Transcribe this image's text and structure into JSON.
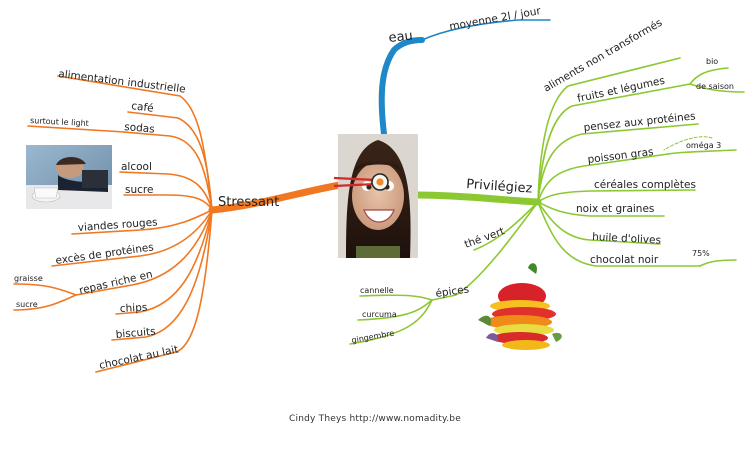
{
  "center": {
    "image": "face-with-sushi-photo"
  },
  "stress": {
    "title": "Stressant",
    "color": "#f07822",
    "items": [
      "alimentation industrielle",
      "café",
      "sodas",
      "alcool",
      "sucre",
      "viandes rouges",
      "excès de protéines",
      "repas riche en",
      "chips",
      "biscuits",
      "chocolat au lait"
    ],
    "sodas_note": "surtout le light",
    "repas_subs": [
      "graisse",
      "sucre"
    ],
    "image": "tired-man-coffee-photo"
  },
  "water": {
    "title": "eau",
    "color": "#1e88c8",
    "item": "moyenne 2l / jour"
  },
  "good": {
    "title": "Privilégiez",
    "color": "#8cc832",
    "items": [
      "aliments non transformés",
      "fruits et légumes",
      "pensez aux protéines",
      "poisson gras",
      "céréales complètes",
      "noix et graines",
      "huile d'olives",
      "chocolat noir",
      "thé vert",
      "épices"
    ],
    "fruits_subs": [
      "bio",
      "de saison"
    ],
    "poisson_note": "oméga 3",
    "chocolat_note": "75%",
    "epices_subs": [
      "cannelle",
      "curcuma",
      "gingembre"
    ],
    "image": "vegetable-stack-photo"
  },
  "credit": "Cindy Theys http://www.nomadity.be"
}
